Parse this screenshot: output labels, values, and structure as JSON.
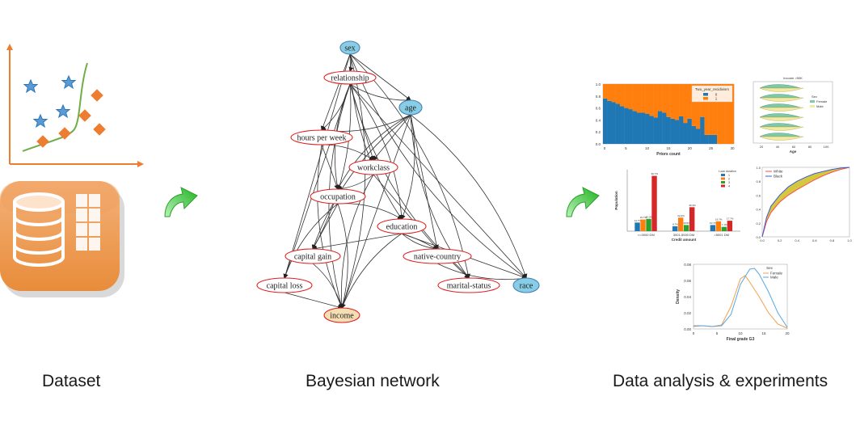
{
  "captions": {
    "dataset": "Dataset",
    "bayesian": "Bayesian network",
    "analysis": "Data analysis & experiments"
  },
  "colors": {
    "star": "#5b9bd5",
    "diamond": "#ed7d31",
    "boundary": "#70ad47",
    "axis": "#ed7d31",
    "arrow": "#3cc23c",
    "node_red": "#e02020",
    "node_blue_fill": "#87cde6",
    "node_income_fill": "#f5deb3",
    "db_icon": "#f2a766"
  },
  "network": {
    "nodes": [
      {
        "id": "sex",
        "label": "sex",
        "style": "blue"
      },
      {
        "id": "relationship",
        "label": "relationship",
        "style": "red"
      },
      {
        "id": "age",
        "label": "age",
        "style": "blue"
      },
      {
        "id": "hours",
        "label": "hours per week",
        "style": "red"
      },
      {
        "id": "workclass",
        "label": "workclass",
        "style": "red"
      },
      {
        "id": "occupation",
        "label": "occupation",
        "style": "red"
      },
      {
        "id": "education",
        "label": "education",
        "style": "red"
      },
      {
        "id": "capgain",
        "label": "capital gain",
        "style": "red"
      },
      {
        "id": "native",
        "label": "native-country",
        "style": "red"
      },
      {
        "id": "caploss",
        "label": "capital loss",
        "style": "red"
      },
      {
        "id": "marital",
        "label": "marital-status",
        "style": "red"
      },
      {
        "id": "race",
        "label": "race",
        "style": "blue"
      },
      {
        "id": "income",
        "label": "income",
        "style": "tan"
      }
    ],
    "edges": [
      [
        "sex",
        "relationship"
      ],
      [
        "sex",
        "age"
      ],
      [
        "sex",
        "race"
      ],
      [
        "sex",
        "income"
      ],
      [
        "sex",
        "caploss"
      ],
      [
        "sex",
        "education"
      ],
      [
        "sex",
        "marital"
      ],
      [
        "sex",
        "hours"
      ],
      [
        "relationship",
        "age"
      ],
      [
        "relationship",
        "hours"
      ],
      [
        "relationship",
        "workclass"
      ],
      [
        "relationship",
        "occupation"
      ],
      [
        "relationship",
        "education"
      ],
      [
        "relationship",
        "race"
      ],
      [
        "relationship",
        "income"
      ],
      [
        "relationship",
        "capgain"
      ],
      [
        "relationship",
        "caploss"
      ],
      [
        "relationship",
        "marital"
      ],
      [
        "age",
        "hours"
      ],
      [
        "age",
        "workclass"
      ],
      [
        "age",
        "occupation"
      ],
      [
        "age",
        "education"
      ],
      [
        "age",
        "native"
      ],
      [
        "age",
        "marital"
      ],
      [
        "age",
        "race"
      ],
      [
        "age",
        "income"
      ],
      [
        "age",
        "capgain"
      ],
      [
        "hours",
        "workclass"
      ],
      [
        "hours",
        "occupation"
      ],
      [
        "hours",
        "income"
      ],
      [
        "workclass",
        "occupation"
      ],
      [
        "workclass",
        "native"
      ],
      [
        "workclass",
        "income"
      ],
      [
        "occupation",
        "education"
      ],
      [
        "occupation",
        "capgain"
      ],
      [
        "occupation",
        "caploss"
      ],
      [
        "occupation",
        "income"
      ],
      [
        "education",
        "capgain"
      ],
      [
        "education",
        "native"
      ],
      [
        "education",
        "marital"
      ],
      [
        "education",
        "race"
      ],
      [
        "education",
        "income"
      ],
      [
        "capgain",
        "income"
      ],
      [
        "caploss",
        "income"
      ],
      [
        "native",
        "race"
      ]
    ]
  },
  "mini_charts": {
    "recidivism": {
      "legend_title": "Two_year_recidivism",
      "legend_items": [
        "0",
        "1"
      ],
      "xlabel": "Priors count",
      "yticks": [
        "1.0",
        "0.8",
        "0.6",
        "0.4",
        "0.2",
        "0.0"
      ],
      "xticks": [
        "0",
        "5",
        "10",
        "15",
        "20",
        "25",
        "30"
      ],
      "values": [
        0.76,
        0.72,
        0.7,
        0.67,
        0.63,
        0.6,
        0.58,
        0.55,
        0.52,
        0.52,
        0.5,
        0.47,
        0.44,
        0.55,
        0.52,
        0.45,
        0.42,
        0.4,
        0.46,
        0.35,
        0.42,
        0.3,
        0.25,
        0.45,
        0.15,
        0.15,
        0.15,
        0.0,
        0.0,
        0.0,
        0.0
      ],
      "colors": [
        "#1f77b4",
        "#ff7f0e"
      ]
    },
    "violin": {
      "title": "Income >50K",
      "xlabel": "Age",
      "legend_title": "Sex",
      "legend_items": [
        "Female",
        "Male"
      ],
      "xticks": [
        "20",
        "40",
        "60",
        "80",
        "100"
      ]
    },
    "credit": {
      "ylabel": "Population",
      "xlabel": "Credit amount",
      "legend_title": "Loan duration",
      "legend_items": [
        "1",
        "2",
        "3",
        "4"
      ],
      "categories": [
        "<=3000 DM",
        "3001-5000 DM",
        ">5001 DM"
      ],
      "series": [
        {
          "name": "1",
          "values": [
            14,
            8,
            10
          ]
        },
        {
          "name": "2",
          "values": [
            19,
            22,
            16
          ]
        },
        {
          "name": "3",
          "values": [
            20,
            10,
            7
          ]
        },
        {
          "name": "4",
          "values": [
            90,
            39,
            17
          ]
        }
      ],
      "labels": [
        [
          "14.7%",
          "8.7%",
          "10.7%"
        ],
        [
          "19.7%",
          "22.0%",
          "16.7%"
        ],
        [
          "20.0%",
          "10.8%",
          "7.1%"
        ],
        [
          "90.7%",
          "39.3%",
          "17.7%"
        ]
      ],
      "ymax": 100,
      "colors": [
        "#1f77b4",
        "#ff7f0e",
        "#2ca02c",
        "#d62728"
      ]
    },
    "roc": {
      "legend_items": [
        "White",
        "Black"
      ],
      "xticks": [
        "0.0",
        "0.2",
        "0.4",
        "0.6",
        "0.8",
        "1.0"
      ],
      "yticks": [
        "1.0",
        "0.8",
        "0.6",
        "0.4",
        "0.2",
        "0.0"
      ],
      "colors": [
        "#ff4b4b",
        "#3a5ad9",
        "#c8b400"
      ]
    },
    "density": {
      "xlabel": "Final grade G3",
      "ylabel": "Density",
      "legend_title": "Sex",
      "legend_items": [
        "Female",
        "Male"
      ],
      "yticks": [
        "0.08",
        "0.06",
        "0.04",
        "0.02",
        "0.00"
      ],
      "xticks": [
        "0",
        "5",
        "10",
        "15",
        "20"
      ],
      "female": [
        [
          0,
          0.003
        ],
        [
          2,
          0.004
        ],
        [
          4,
          0.003
        ],
        [
          6,
          0.005
        ],
        [
          8,
          0.028
        ],
        [
          10,
          0.062
        ],
        [
          11,
          0.066
        ],
        [
          12,
          0.058
        ],
        [
          14,
          0.04
        ],
        [
          16,
          0.02
        ],
        [
          18,
          0.006
        ],
        [
          20,
          0.001
        ]
      ],
      "male": [
        [
          0,
          0.004
        ],
        [
          2,
          0.004
        ],
        [
          4,
          0.003
        ],
        [
          6,
          0.004
        ],
        [
          8,
          0.018
        ],
        [
          10,
          0.055
        ],
        [
          12,
          0.074
        ],
        [
          13,
          0.075
        ],
        [
          14,
          0.068
        ],
        [
          16,
          0.046
        ],
        [
          18,
          0.02
        ],
        [
          20,
          0.002
        ]
      ],
      "colors": [
        "#f0a050",
        "#5aa6e0"
      ]
    }
  }
}
